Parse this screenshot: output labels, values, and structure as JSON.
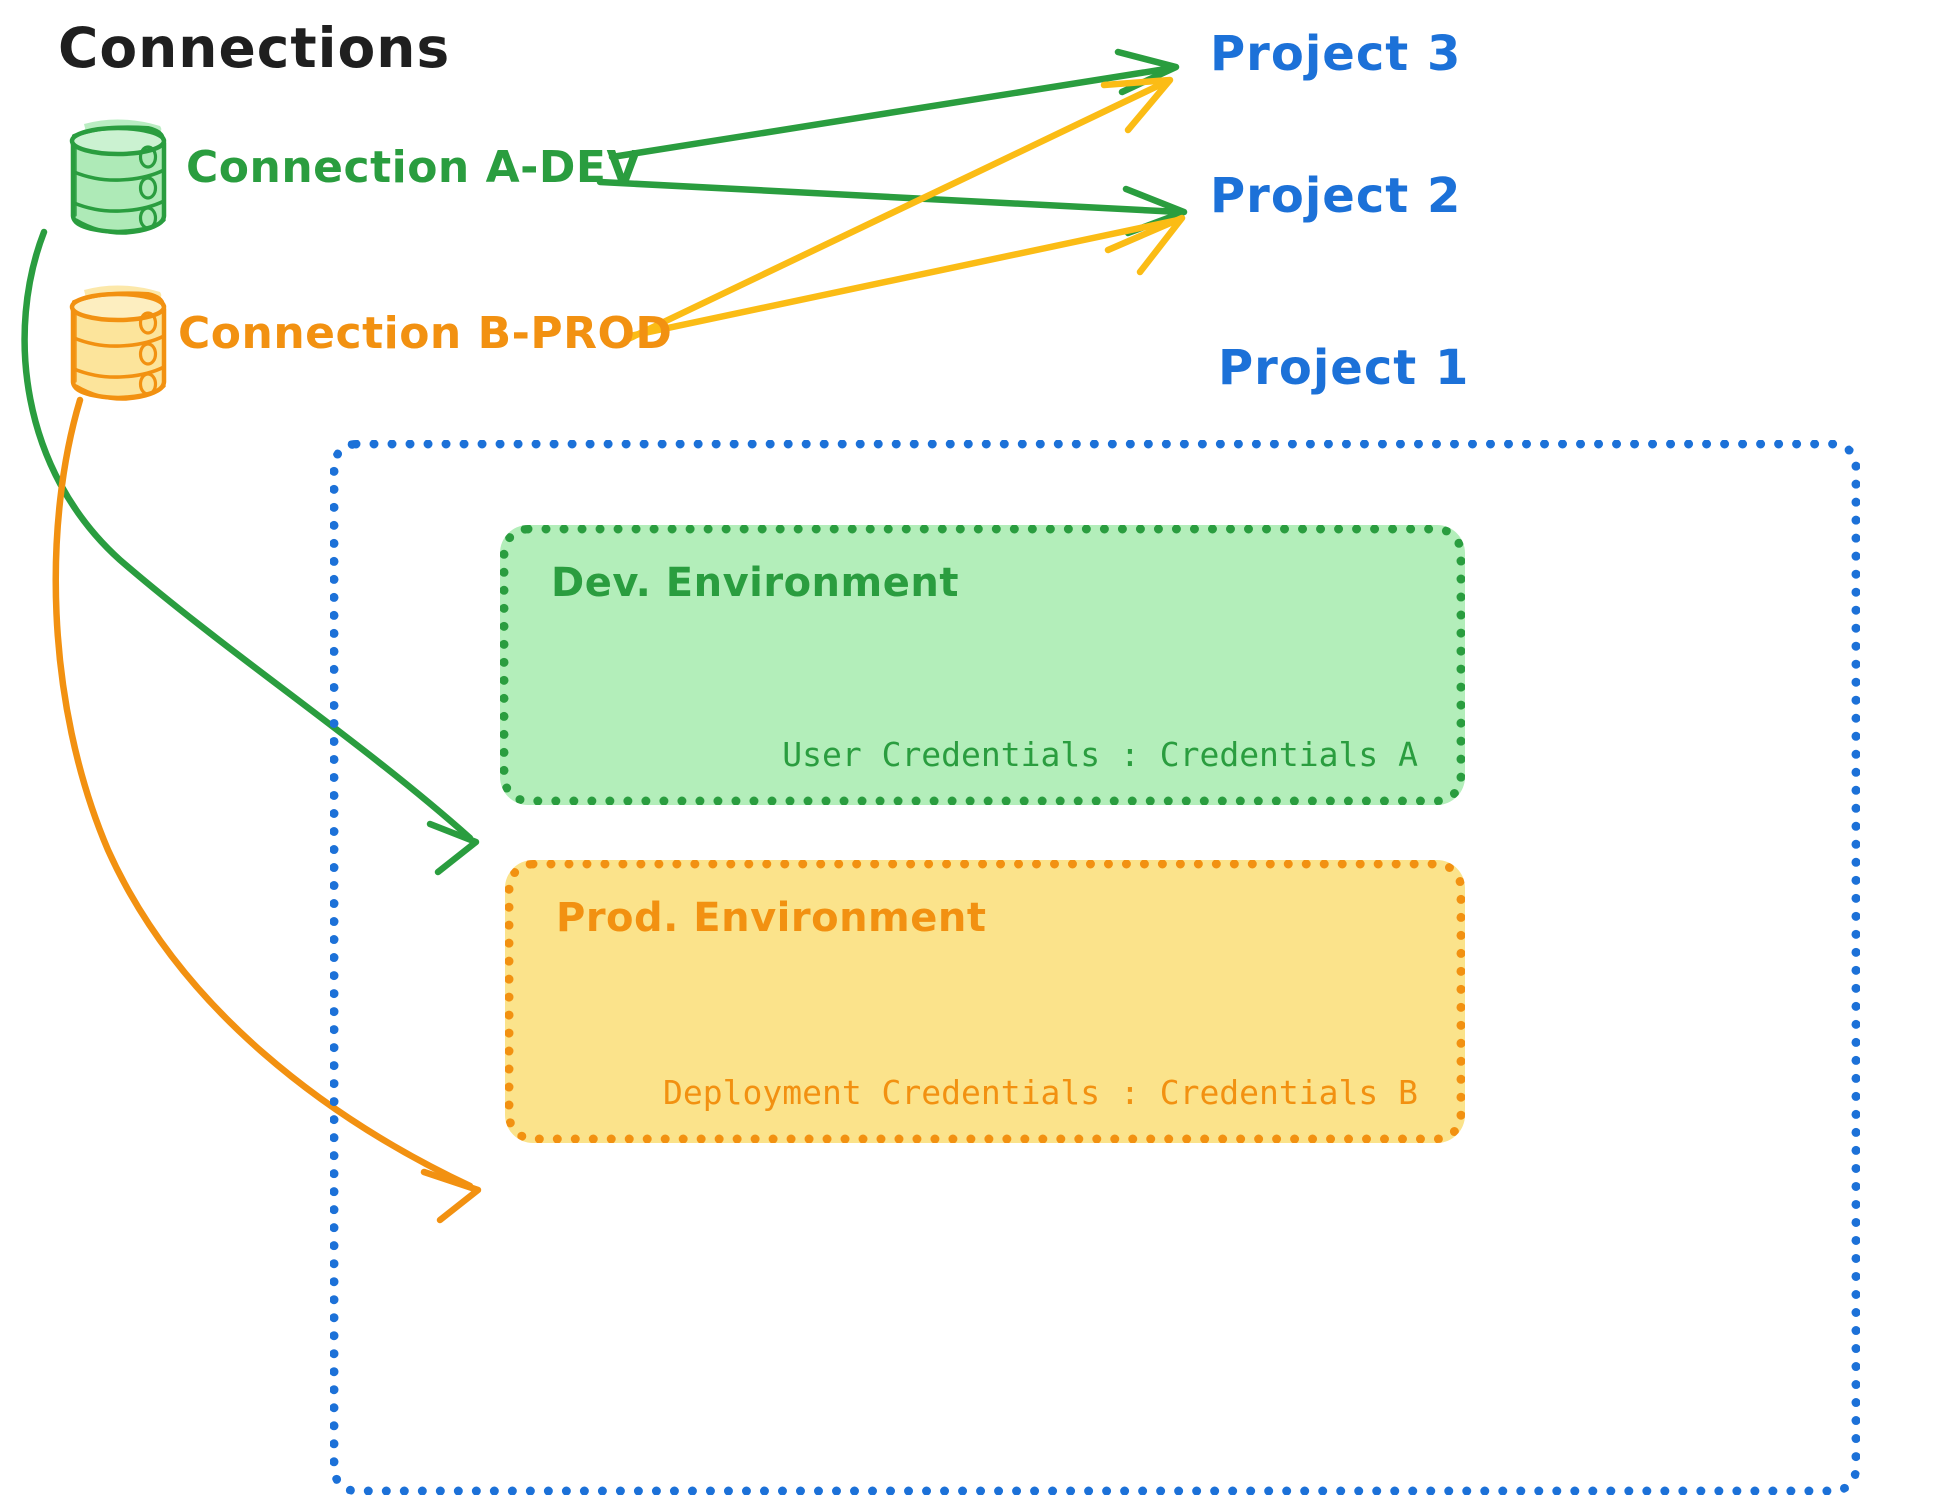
{
  "diagram": {
    "title": "Connections",
    "title_color": "#1f1f1f",
    "background": "#ffffff"
  },
  "colors": {
    "green": "#2a9d3f",
    "green_fill": "#b3eeba",
    "orange": "#f29111",
    "orange_fill": "#fbe38b",
    "blue": "#1c71d8"
  },
  "connections": [
    {
      "id": "connection-a-dev",
      "label": "Connection A-DEV",
      "color": "#2a9d3f",
      "icon": "database-cylinder-icon"
    },
    {
      "id": "connection-b-prod",
      "label": "Connection B-PROD",
      "color": "#f29111",
      "icon": "database-cylinder-icon"
    }
  ],
  "projects": [
    {
      "id": "project-3",
      "label": "Project 3",
      "color": "#1c71d8"
    },
    {
      "id": "project-2",
      "label": "Project 2",
      "color": "#1c71d8"
    },
    {
      "id": "project-1",
      "label": "Project 1",
      "color": "#1c71d8"
    }
  ],
  "project1": {
    "label": "Project 1",
    "border_color": "#1c71d8",
    "environments": [
      {
        "id": "dev-environment",
        "title": "Dev. Environment",
        "credentials_label": "User Credentials",
        "credentials_value": "Credentials A",
        "credentials_line": "User Credentials : Credentials A",
        "fill": "#b3eeba",
        "border_color": "#2a9d3f"
      },
      {
        "id": "prod-environment",
        "title": "Prod. Environment",
        "credentials_label": "Deployment Credentials",
        "credentials_value": "Credentials B",
        "credentials_line": "Deployment Credentials : Credentials B",
        "fill": "#fbe38b",
        "border_color": "#f29111"
      }
    ]
  },
  "edges": [
    {
      "id": "edge-a-dev-to-project-3",
      "from": "Connection A-DEV",
      "to": "Project 3",
      "color": "#2a9d3f",
      "style": "straight-arrow"
    },
    {
      "id": "edge-a-dev-to-project-2",
      "from": "Connection A-DEV",
      "to": "Project 2",
      "color": "#2a9d3f",
      "style": "straight-arrow"
    },
    {
      "id": "edge-a-dev-to-dev-environment",
      "from": "Connection A-DEV",
      "to": "Dev. Environment",
      "color": "#2a9d3f",
      "style": "curved-arrow"
    },
    {
      "id": "edge-b-prod-to-project-3",
      "from": "Connection B-PROD",
      "to": "Project 3",
      "color": "#f29111",
      "style": "straight-arrow"
    },
    {
      "id": "edge-b-prod-to-project-2",
      "from": "Connection B-PROD",
      "to": "Project 2",
      "color": "#f29111",
      "style": "straight-arrow"
    },
    {
      "id": "edge-b-prod-to-prod-environment",
      "from": "Connection B-PROD",
      "to": "Prod. Environment",
      "color": "#f29111",
      "style": "curved-arrow"
    }
  ]
}
